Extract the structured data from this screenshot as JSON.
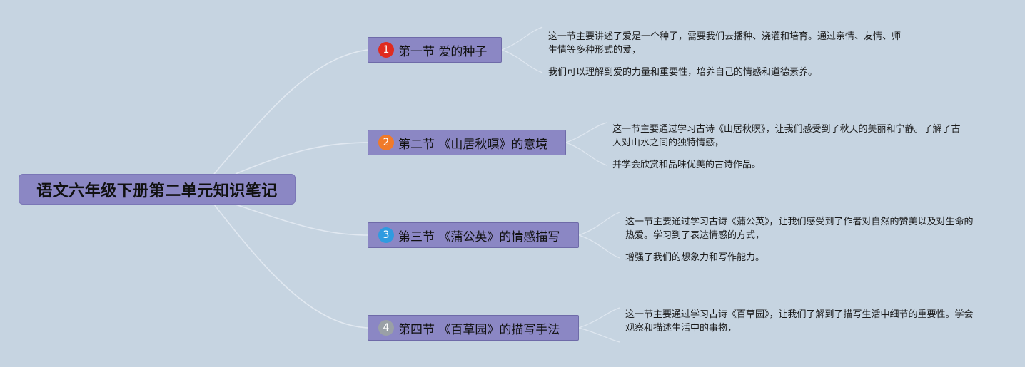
{
  "root": {
    "title": "语文六年级下册第二单元知识笔记"
  },
  "branches": [
    {
      "number": "1",
      "number_color": "#e02b20",
      "label": "第一节 爱的种子",
      "notes": [
        "这一节主要讲述了爱是一个种子，需要我们去播种、浇灌和培育。通过亲情、友情、师生情等多种形式的爱，",
        "我们可以理解到爱的力量和重要性，培养自己的情感和道德素养。"
      ]
    },
    {
      "number": "2",
      "number_color": "#f07a2a",
      "label": "第二节 《山居秋暝》的意境",
      "notes": [
        "这一节主要通过学习古诗《山居秋暝》，让我们感受到了秋天的美丽和宁静。了解了古人对山水之间的独特情感，",
        "并学会欣赏和品味优美的古诗作品。"
      ]
    },
    {
      "number": "3",
      "number_color": "#2f9be0",
      "label": "第三节 《蒲公英》的情感描写",
      "notes": [
        "这一节主要通过学习古诗《蒲公英》，让我们感受到了作者对自然的赞美以及对生命的热爱。学习到了表达情感的方式，",
        "增强了我们的想象力和写作能力。"
      ]
    },
    {
      "number": "4",
      "number_color": "#9aa0a6",
      "label": "第四节 《百草园》的描写手法",
      "notes": [
        "这一节主要通过学习古诗《百草园》，让我们了解到了描写生活中细节的重要性。学会观察和描述生活中的事物，"
      ]
    }
  ],
  "colors": {
    "background": "#c6d4e1",
    "node_fill": "#8b87c4",
    "connector": "#e8eef5"
  }
}
